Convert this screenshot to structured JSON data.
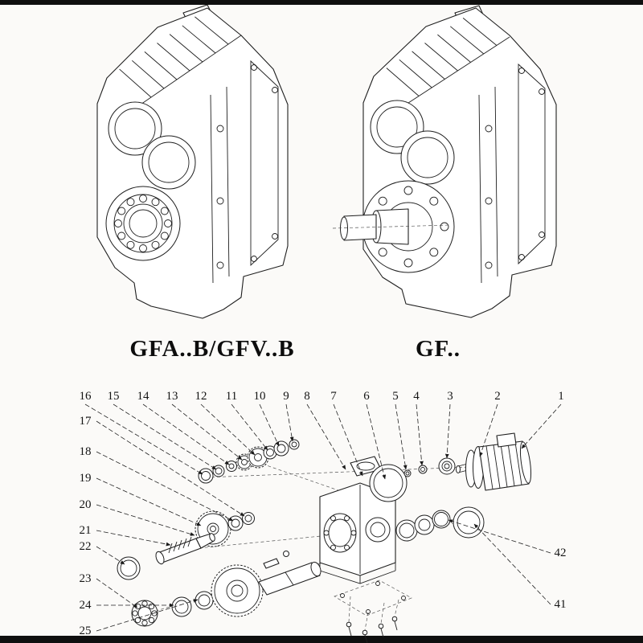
{
  "colors": {
    "ink": "#1f1f1f",
    "background": "#fbfaf8",
    "bar": "#0f0f0f"
  },
  "models": {
    "left_label": "GFA..B/GFV..B",
    "right_label": "GF.."
  },
  "callouts": {
    "top_row": [
      "16",
      "15",
      "14",
      "13",
      "12",
      "11",
      "10",
      "9",
      "8",
      "7",
      "6",
      "5",
      "4",
      "3",
      "2",
      "1"
    ],
    "left_column": [
      "17",
      "18",
      "19",
      "20",
      "21",
      "22",
      "23",
      "24",
      "25"
    ],
    "right_column": [
      "42",
      "41"
    ]
  }
}
